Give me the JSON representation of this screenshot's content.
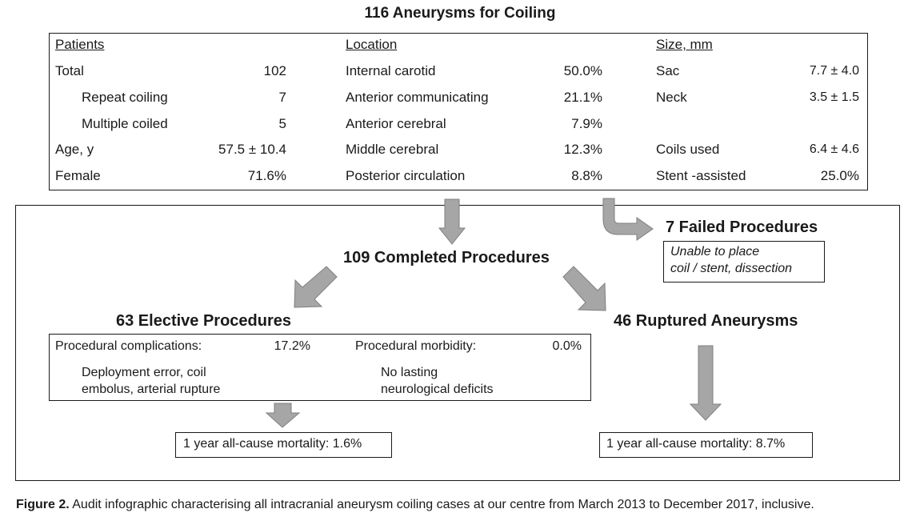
{
  "title": "116 Aneurysms for Coiling",
  "summary": {
    "patients": {
      "header": "Patients",
      "rows": [
        {
          "label": "Total",
          "value": "102"
        },
        {
          "label": "Repeat coiling",
          "value": "7"
        },
        {
          "label": "Multiple coiled",
          "value": "5"
        },
        {
          "label": "Age, y",
          "value": "57.5 ± 10.4"
        },
        {
          "label": "Female",
          "value": "71.6%"
        }
      ]
    },
    "location": {
      "header": "Location",
      "rows": [
        {
          "label": "Internal carotid",
          "value": "50.0%"
        },
        {
          "label": "Anterior communicating",
          "value": "21.1%"
        },
        {
          "label": "Anterior cerebral",
          "value": "7.9%"
        },
        {
          "label": "Middle cerebral",
          "value": "12.3%"
        },
        {
          "label": "Posterior circulation",
          "value": "8.8%"
        }
      ]
    },
    "size": {
      "header": "Size, mm",
      "rows": [
        {
          "label": "Sac",
          "value": "7.7 ± 4.0"
        },
        {
          "label": "Neck",
          "value": "3.5 ± 1.5"
        },
        {
          "label": "Coils used",
          "value": "6.4 ± 4.6"
        },
        {
          "label": "Stent -assisted",
          "value": "25.0%"
        }
      ]
    }
  },
  "failed": {
    "title": "7 Failed Procedures",
    "line1": "Unable to place",
    "line2": "coil / stent, dissection"
  },
  "completed": {
    "title": "109 Completed Procedures"
  },
  "elective": {
    "title": "63 Elective Procedures",
    "complications_label": "Procedural complications:",
    "complications_value": "17.2%",
    "complications_line1": "Deployment error, coil",
    "complications_line2": "embolus, arterial rupture",
    "morbidity_label": "Procedural morbidity:",
    "morbidity_value": "0.0%",
    "morbidity_line1": "No lasting",
    "morbidity_line2": "neurological deficits",
    "mortality": "1 year all-cause mortality: 1.6%"
  },
  "ruptured": {
    "title": "46 Ruptured Aneurysms",
    "mortality": "1 year all-cause mortality: 8.7%"
  },
  "caption": {
    "label": "Figure 2.",
    "text": " Audit infographic characterising all intracranial aneurysm coiling cases at our centre from March 2013 to December 2017, inclusive."
  },
  "colors": {
    "arrow_fill": "#a6a6a6",
    "arrow_stroke": "#7f7f7f",
    "border": "#1a1a1a"
  }
}
